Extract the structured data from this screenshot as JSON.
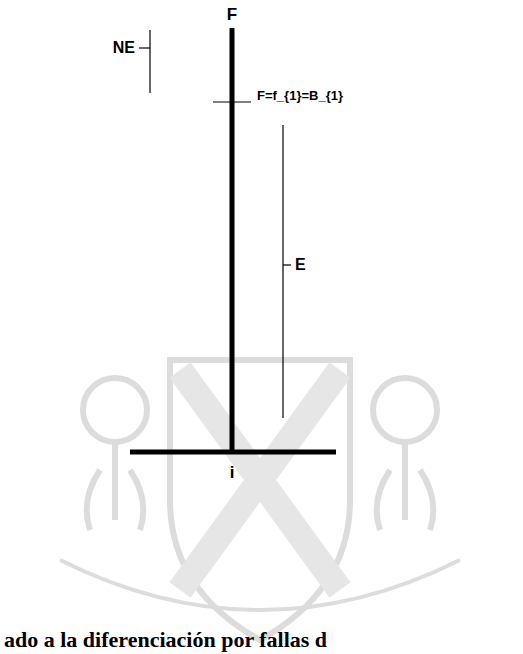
{
  "diagram": {
    "labels": [
      "F",
      "NE",
      "F=f_{1}=B_{1}",
      "E",
      "i",
      "ado a la diferenciación por fallas d"
    ]
  }
}
